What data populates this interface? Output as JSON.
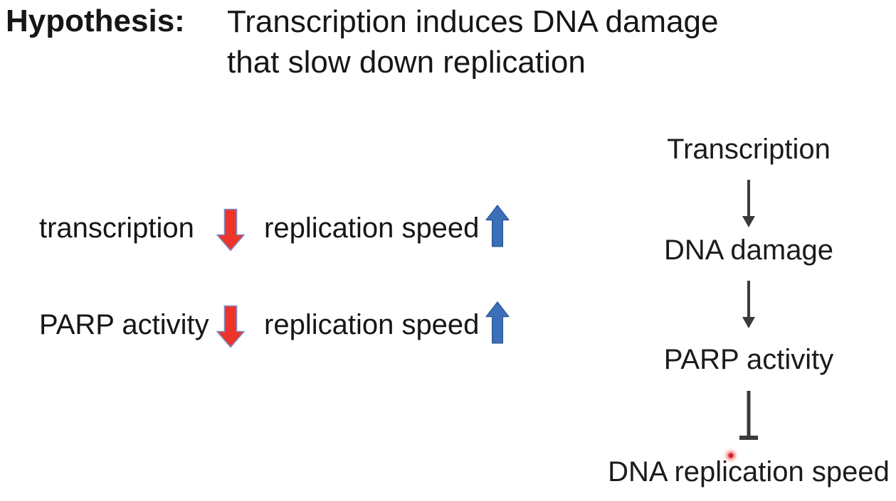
{
  "slide": {
    "background": "#ffffff",
    "text_color": "#161616"
  },
  "title": {
    "label": "Hypothesis:",
    "lines": [
      "Transcription induces DNA damage",
      "that slow down replication"
    ]
  },
  "observations": [
    {
      "factor": "transcription",
      "factor_arrow": "down",
      "outcome": "replication speed",
      "outcome_arrow": "up"
    },
    {
      "factor": "PARP activity",
      "factor_arrow": "down",
      "outcome": "replication speed",
      "outcome_arrow": "up"
    }
  ],
  "pathway": {
    "nodes": [
      {
        "label": "Transcription"
      },
      {
        "label": "DNA damage"
      },
      {
        "label": "PARP activity"
      },
      {
        "label": "DNA replication speed"
      }
    ],
    "links": [
      {
        "from": "Transcription",
        "to": "DNA damage",
        "type": "activates"
      },
      {
        "from": "DNA damage",
        "to": "PARP activity",
        "type": "activates"
      },
      {
        "from": "PARP activity",
        "to": "DNA replication speed",
        "type": "inhibits"
      }
    ]
  },
  "pointer": {
    "type": "laser-dot",
    "color": "#c82121"
  },
  "colors": {
    "down_arrow_fill": "#ec342a",
    "down_arrow_border": "#7c8cc6",
    "up_arrow_fill": "#3b70b9",
    "up_arrow_border": "#2d5694",
    "flow_arrow": "#3b3b3b"
  }
}
